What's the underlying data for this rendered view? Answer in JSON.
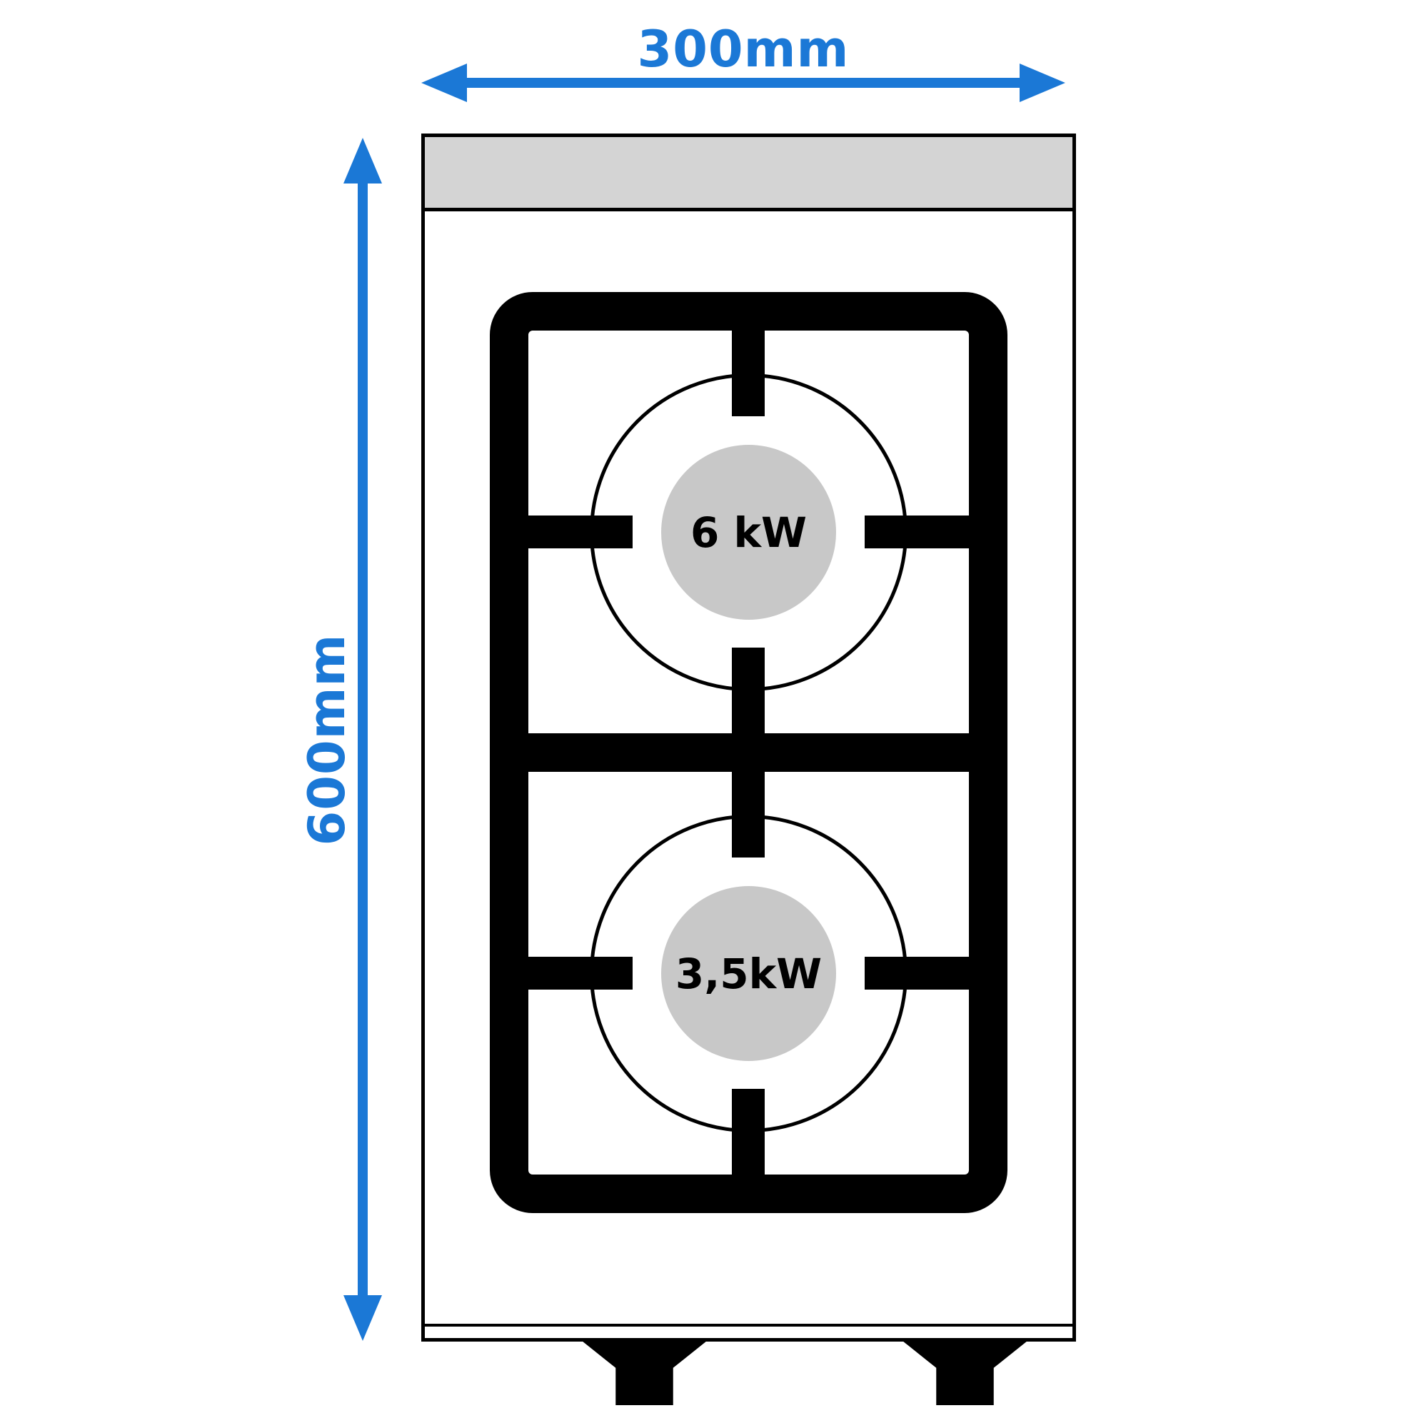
{
  "colors": {
    "accent": "#1b78d6",
    "line": "#000000",
    "backsplash": "#d4d4d4",
    "burner_cap": "#c8c8c8"
  },
  "dimensions": {
    "width_label": "300mm",
    "height_label": "600mm"
  },
  "appliance": {
    "type": "gas-hob-top-view",
    "burners": [
      {
        "position": "top",
        "power_label": "6 kW"
      },
      {
        "position": "bottom",
        "power_label": "3,5kW"
      }
    ],
    "knob_count": 2
  }
}
